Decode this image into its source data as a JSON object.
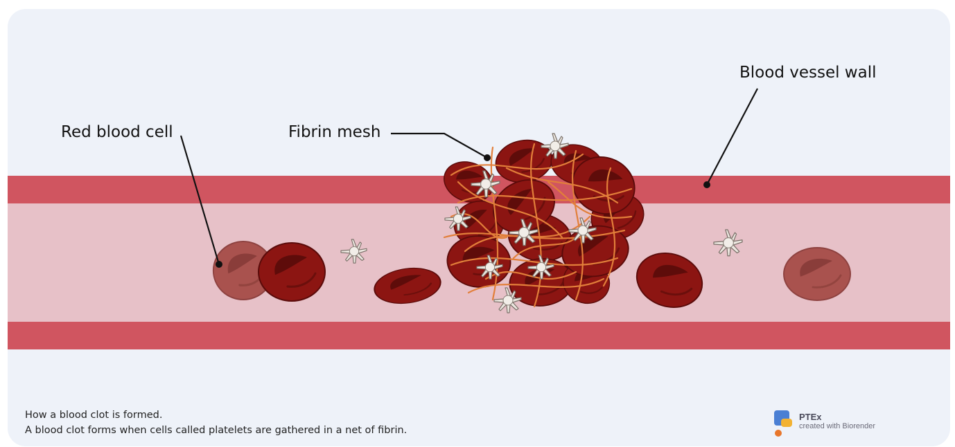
{
  "labels": {
    "red_blood_cell": "Red blood cell",
    "fibrin_mesh": "Fibrin mesh",
    "blood_vessel_wall": "Blood vessel wall"
  },
  "caption": {
    "title": "How a blood clot is formed.",
    "text": "A blood clot forms when cells called platelets are gathered in a net of fibrin."
  },
  "branding": {
    "name": "PTEx",
    "credit": "created with Biorender"
  },
  "colors": {
    "background": "#eef2f9",
    "vessel_wall": "#d05560",
    "vessel_lumen": "#e7c1c8",
    "red_cell": "#8c1512",
    "red_cell_dark": "#5a0b0a",
    "faded_red_cell": "#a9524e",
    "platelet": "#ece7e0",
    "fibrin": "#e27f3a",
    "leader_line": "#111111"
  }
}
